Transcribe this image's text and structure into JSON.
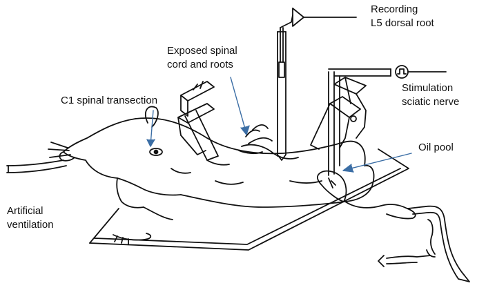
{
  "labels": {
    "recording": {
      "line1": "Recording",
      "line2": "L5 dorsal root"
    },
    "exposed": {
      "line1": "Exposed spinal",
      "line2": "cord and roots"
    },
    "stimulation": {
      "line1": "Stimulation",
      "line2": "sciatic nerve"
    },
    "c1": "C1 spinal transection",
    "oil_pool": "Oil pool",
    "ventilation": {
      "line1": "Artificial",
      "line2": "ventilation"
    }
  },
  "colors": {
    "line_art": "#111111",
    "arrow": "#3b6ea5",
    "text": "#111111"
  },
  "icons": {
    "recording_amplifier": "triangle-amplifier-icon",
    "stimulator": "pulse-stimulator-icon"
  }
}
